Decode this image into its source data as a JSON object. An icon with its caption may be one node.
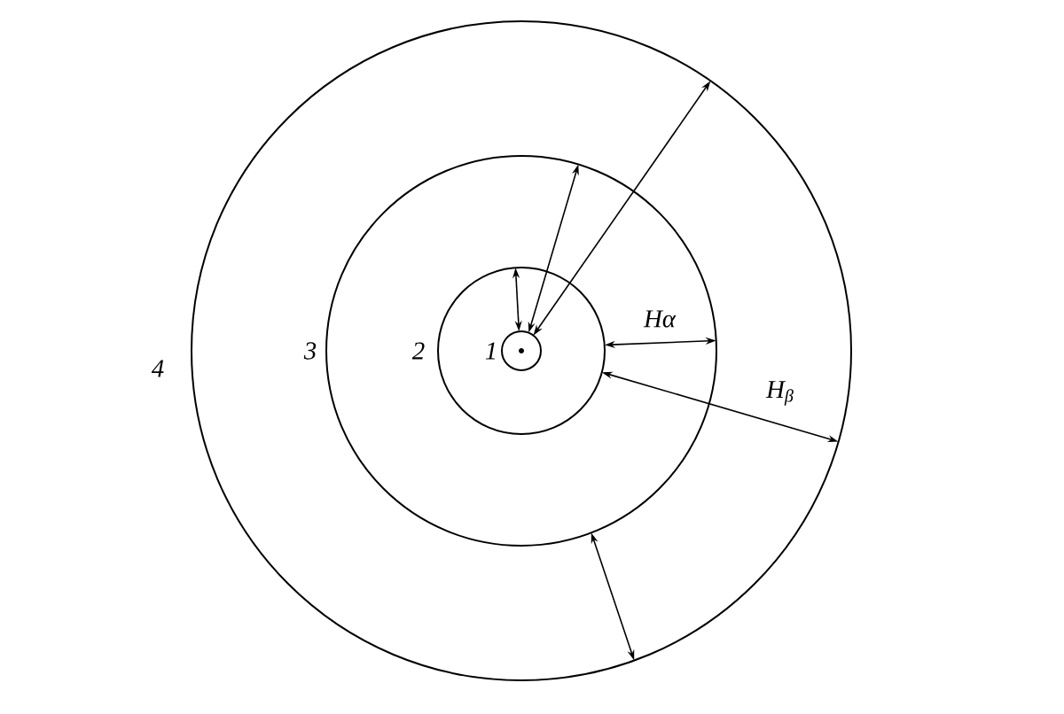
{
  "diagram": {
    "nodes": [
      {
        "text": [
          "4"
        ]
      },
      {
        "text": [
          "3"
        ],
        "in": 0
      },
      {
        "text": [
          "2"
        ],
        "in": 1
      },
      {
        "text": [
          "1"
        ],
        "in": 2
      }
    ],
    "edges": [
      {
        "from": 3,
        "to": 2,
        "arrow": "both"
      },
      {
        "from": 3,
        "to": 1,
        "arrow": "both"
      },
      {
        "from": 3,
        "to": 0,
        "arrow": "both"
      },
      {
        "from": 2,
        "to": 1,
        "arrow": "both",
        "label": "Hα"
      },
      {
        "from": 2,
        "to": 0,
        "arrow": "both",
        "label": "H$_{β}$"
      },
      {
        "from": 1,
        "to": 0,
        "arrow": "both"
      }
    ]
  }
}
